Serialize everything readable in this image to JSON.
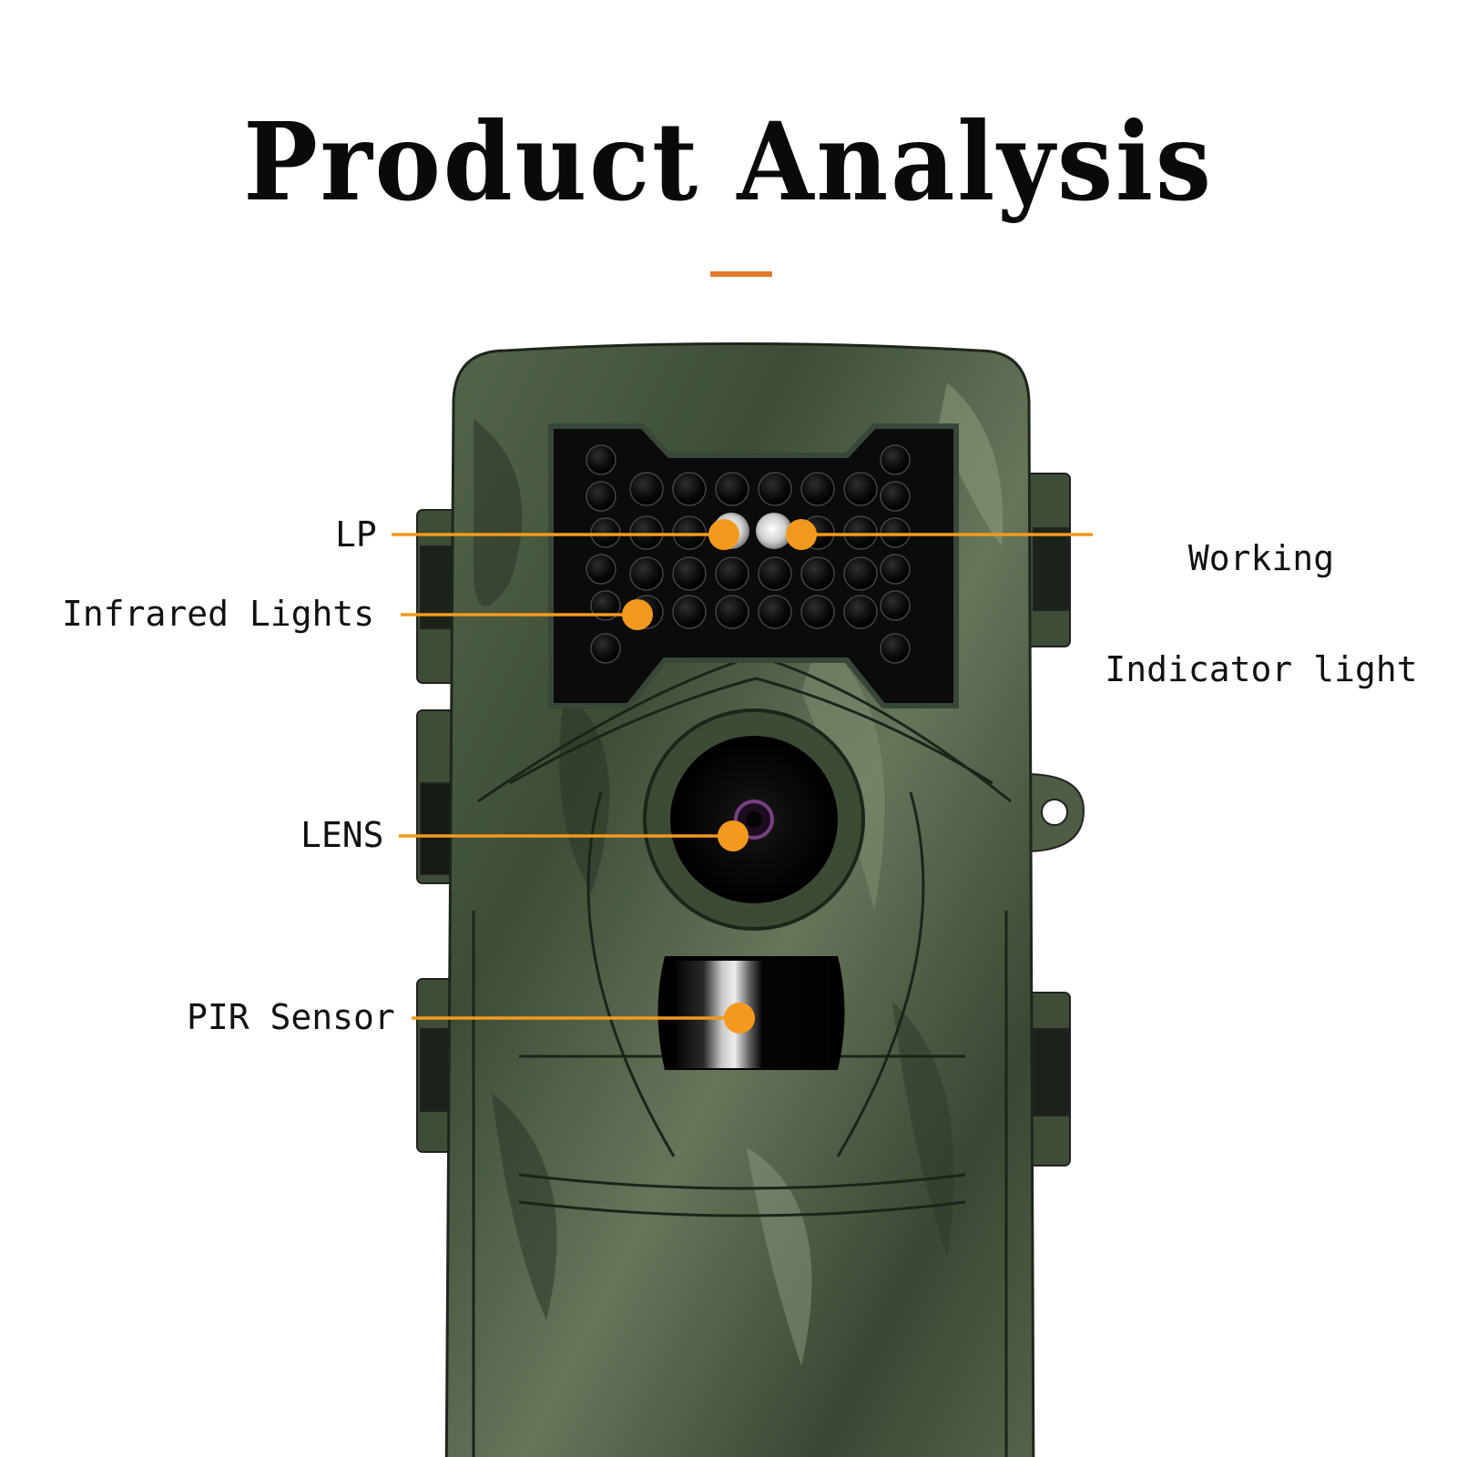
{
  "header": {
    "title": "Product Analysis",
    "rule_color": "#e07a2e"
  },
  "callouts": [
    {
      "id": "lp",
      "label": "LP",
      "target": "LP light sensor"
    },
    {
      "id": "infrared",
      "label": "Infrared Lights",
      "target": "IR LED array"
    },
    {
      "id": "lens",
      "label": "LENS",
      "target": "camera lens"
    },
    {
      "id": "pir",
      "label": "PIR Sensor",
      "target": "passive infrared motion sensor"
    },
    {
      "id": "working",
      "label_line1": "Working",
      "label_line2": "Indicator light",
      "target": "working indicator LED"
    }
  ],
  "colors": {
    "callout": "#f39a1e",
    "camo_base": "#4b5a3f",
    "camo_dark": "#2d3827",
    "camo_light": "#7b8a6c",
    "panel": "#0c0d0c"
  }
}
